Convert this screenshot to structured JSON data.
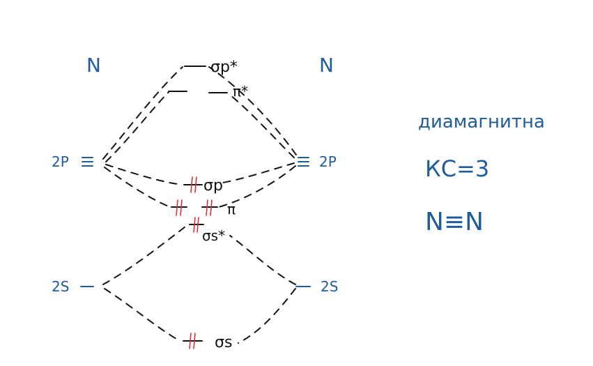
{
  "left_atom": {
    "symbol": "N",
    "orbital_2p": "2P",
    "orbital_2s": "2S"
  },
  "right_atom": {
    "symbol": "N",
    "orbital_2p": "2P",
    "orbital_2s": "2S"
  },
  "molecular_orbitals": {
    "sigma_p_star": "σp*",
    "pi_star": "π*",
    "sigma_p": "σp",
    "pi": "π",
    "sigma_s_star": "σs*",
    "sigma_s": "σs"
  },
  "notes": {
    "magnetism": "диамагнитна",
    "bond_order": "КС=3",
    "formula": "N≡N"
  }
}
